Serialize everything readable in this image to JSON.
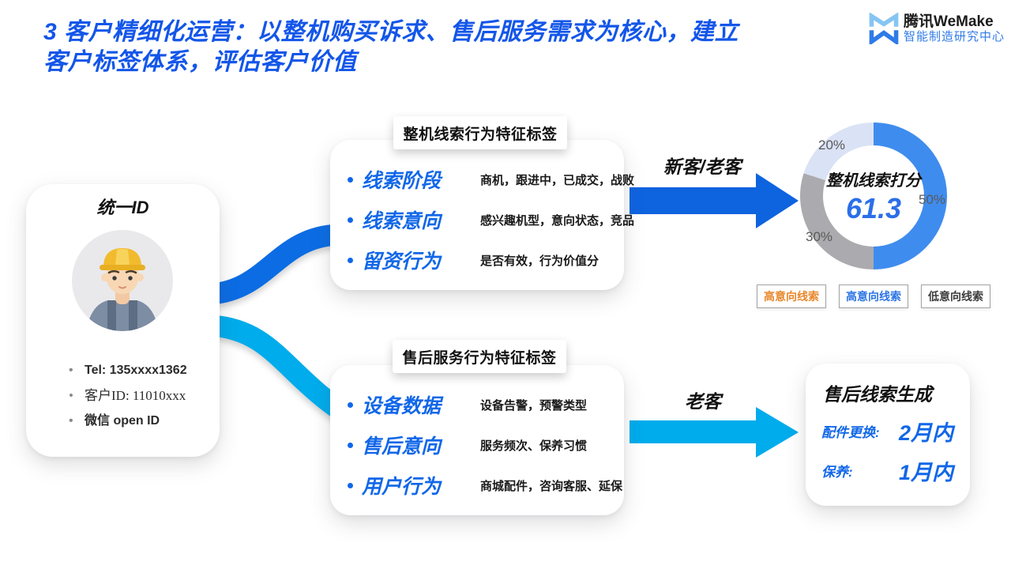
{
  "slide": {
    "title_line1": "3 客户精细化运营：以整机购买诉求、售后服务需求为核心，建立",
    "title_line2": "客户标签体系，评估客户价值"
  },
  "logo": {
    "brand": "腾讯WeMake",
    "subtitle": "智能制造研究中心"
  },
  "profile_card": {
    "title": "统一ID",
    "avatar_icon": "worker-with-hard-hat",
    "items": [
      "Tel: 135xxxx1362",
      "客户ID:  11010xxx",
      "微信  open ID"
    ]
  },
  "machine_card": {
    "header": "整机线索行为特征标签",
    "rows": [
      {
        "label": "线索阶段",
        "desc": "商机，跟进中，已成交，战败"
      },
      {
        "label": "线索意向",
        "desc": "感兴趣机型，意向状态，竞品"
      },
      {
        "label": "留资行为",
        "desc": "是否有效，行为价值分"
      }
    ]
  },
  "aftersales_card": {
    "header": "售后服务行为特征标签",
    "rows": [
      {
        "label": "设备数据",
        "desc": "设备告警，预警类型"
      },
      {
        "label": "售后意向",
        "desc": "服务频次、保养习惯"
      },
      {
        "label": "用户行为",
        "desc": "商城配件，咨询客服、延保"
      }
    ]
  },
  "flows": {
    "top_arrow_label": "新客/老客",
    "bottom_arrow_label": "老客"
  },
  "chart_data": {
    "type": "pie",
    "subtype": "donut",
    "title": "整机线索打分",
    "center_value": "61.3",
    "start_angle_deg": 0,
    "direction": "clockwise",
    "slices": [
      {
        "label": "50%",
        "value": 50,
        "color": "#3f8cef"
      },
      {
        "label": "30%",
        "value": 30,
        "color": "#ababaf"
      },
      {
        "label": "20%",
        "value": 20,
        "color": "#dae2f5"
      }
    ],
    "legend": [
      {
        "label": "高意向线索",
        "color": "#e8872b"
      },
      {
        "label": "高意向线索",
        "color": "#2d74e4"
      },
      {
        "label": "低意向线索",
        "color": "#3d3d3d"
      }
    ],
    "legend_position": "bottom"
  },
  "result_card": {
    "title": "售后线索生成",
    "rows": [
      {
        "label": "配件更换:",
        "value": "2月内"
      },
      {
        "label": "保养:",
        "value": "1月内"
      }
    ]
  },
  "colors": {
    "title_blue": "#1356e9",
    "label_blue": "#1167e8",
    "arrow_blue": "#0e63df",
    "arrow_cyan": "#00acec",
    "score_blue": "#2b6fe8",
    "logo_blue": "#2f7be8",
    "logo_light_blue": "#86c5f2"
  }
}
